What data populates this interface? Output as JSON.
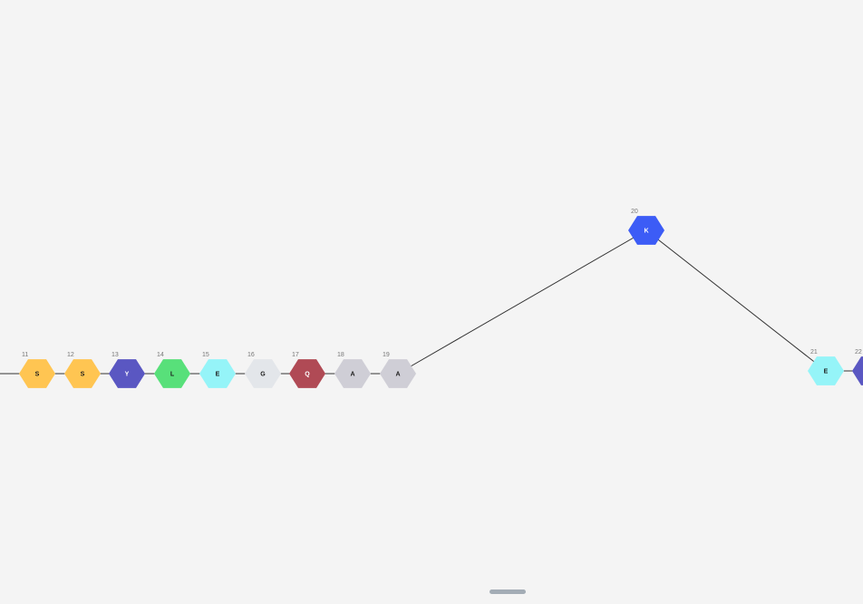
{
  "sequence_viewer": {
    "residues": [
      {
        "index": "11",
        "letter": "S",
        "color": "#ffc552",
        "text_color": "#1a1a1a"
      },
      {
        "index": "12",
        "letter": "S",
        "color": "#ffc552",
        "text_color": "#1a1a1a"
      },
      {
        "index": "13",
        "letter": "Y",
        "color": "#5a57c2",
        "text_color": "#ffffff"
      },
      {
        "index": "14",
        "letter": "L",
        "color": "#58e07a",
        "text_color": "#1a1a1a"
      },
      {
        "index": "15",
        "letter": "E",
        "color": "#95f4f8",
        "text_color": "#1a1a1a"
      },
      {
        "index": "16",
        "letter": "G",
        "color": "#e3e6ea",
        "text_color": "#1a1a1a"
      },
      {
        "index": "17",
        "letter": "Q",
        "color": "#b04a55",
        "text_color": "#ffffff"
      },
      {
        "index": "18",
        "letter": "A",
        "color": "#cfced6",
        "text_color": "#1a1a1a"
      },
      {
        "index": "19",
        "letter": "A",
        "color": "#cfced6",
        "text_color": "#1a1a1a"
      },
      {
        "index": "20",
        "letter": "K",
        "color": "#3c5cf6",
        "text_color": "#ffffff"
      },
      {
        "index": "21",
        "letter": "E",
        "color": "#95f4f8",
        "text_color": "#1a1a1a"
      },
      {
        "index": "22",
        "letter": "",
        "color": "#5a57c2",
        "text_color": "#ffffff"
      }
    ],
    "link_color": "#333333",
    "scrollbar_color": "#a3acb5"
  }
}
